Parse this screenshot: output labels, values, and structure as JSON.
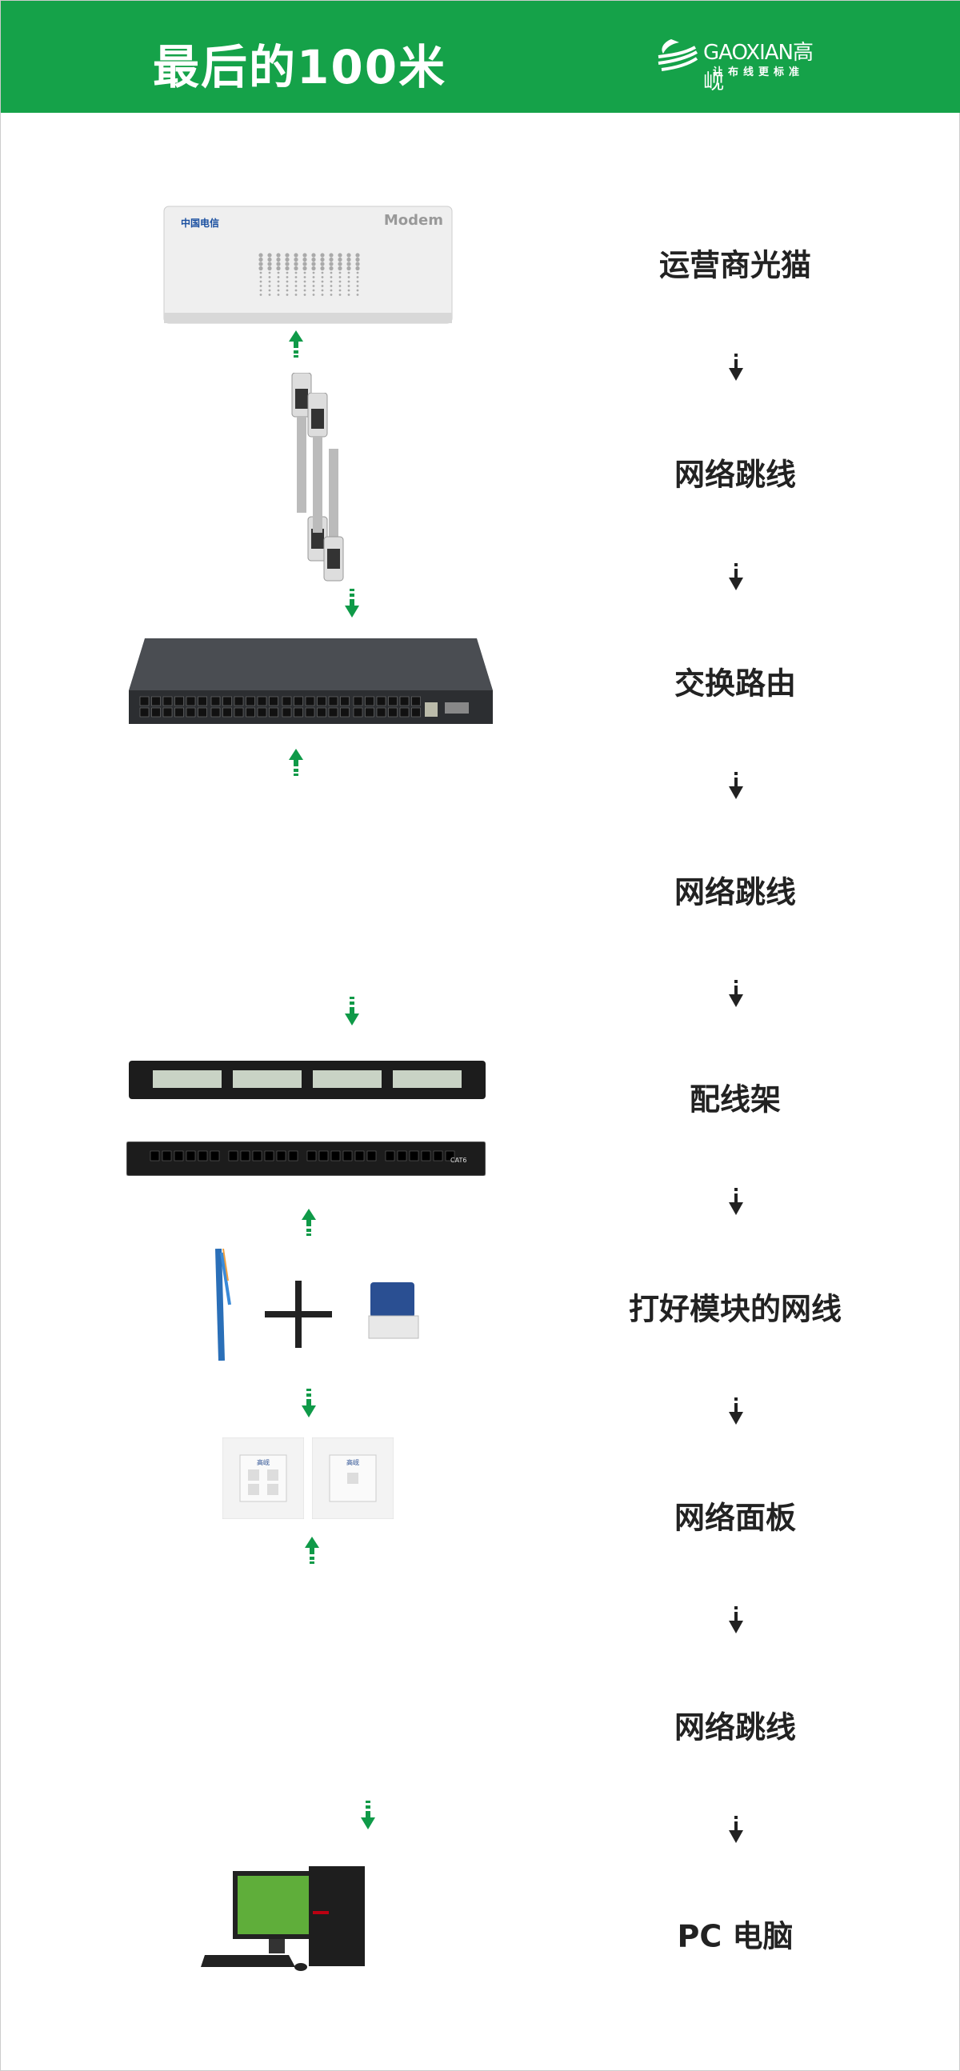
{
  "header": {
    "title": "最后的100米",
    "logo": {
      "brand": "GAOXIAN高岘",
      "slogan": "让布线更标准"
    }
  },
  "devices": {
    "modem_label": "Modem",
    "modem_brand": "中国电信",
    "plate_text": "高岘",
    "panel_text": "CAT6"
  },
  "steps": [
    {
      "label": "运营商光猫"
    },
    {
      "label": "网络跳线"
    },
    {
      "label": "交换路由"
    },
    {
      "label": "网络跳线"
    },
    {
      "label": "配线架"
    },
    {
      "label": "打好模块的网线"
    },
    {
      "label": "网络面板"
    },
    {
      "label": "网络跳线"
    },
    {
      "label": "PC 电脑"
    }
  ],
  "colors": {
    "brand_green": "#15a249",
    "arrow_green": "#0f9a48",
    "label_text": "#222222"
  }
}
